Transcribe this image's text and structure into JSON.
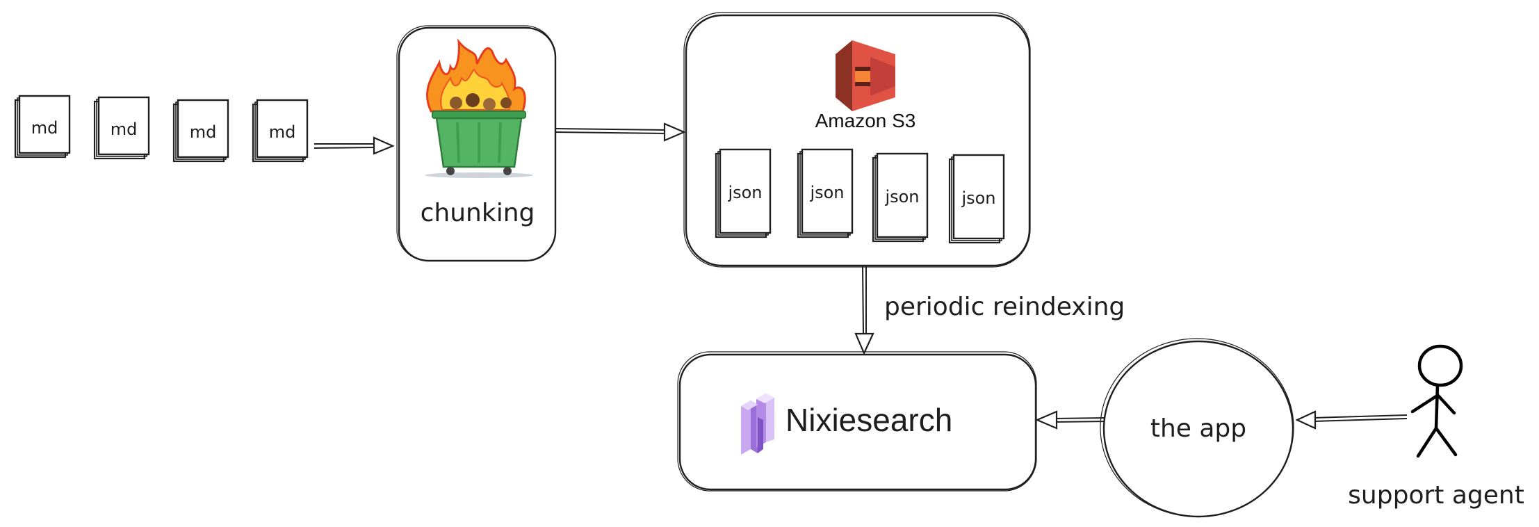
{
  "sources": {
    "docs": [
      {
        "label": "md"
      },
      {
        "label": "md"
      },
      {
        "label": "md"
      },
      {
        "label": "md"
      }
    ]
  },
  "chunking": {
    "label": "chunking",
    "icon": "burning-dumpster-icon"
  },
  "storage": {
    "title": "Amazon S3",
    "icon": "amazon-s3-icon",
    "brand_color": "#e05243",
    "files": [
      {
        "label": "json"
      },
      {
        "label": "json"
      },
      {
        "label": "json"
      },
      {
        "label": "json"
      }
    ]
  },
  "reindex": {
    "label": "periodic reindexing"
  },
  "search": {
    "title": "Nixiesearch",
    "icon": "nixiesearch-logo-icon",
    "brand_color": "#9b6fd8"
  },
  "app": {
    "label": "the app"
  },
  "actor": {
    "label": "support agent",
    "icon": "stick-figure-icon"
  }
}
